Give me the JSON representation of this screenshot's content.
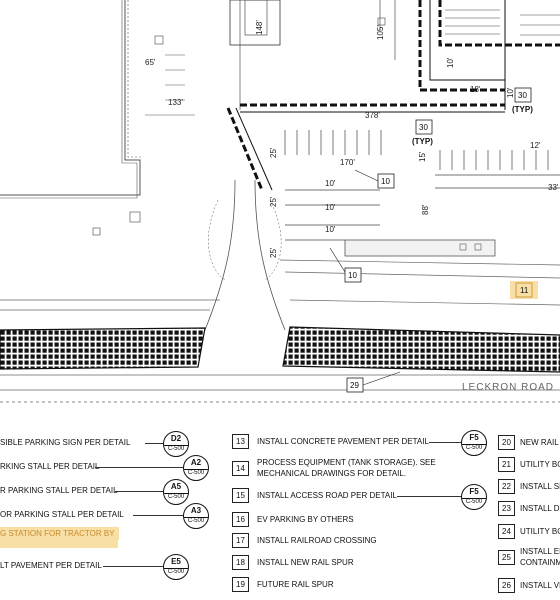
{
  "plan": {
    "dims": {
      "d148": "148'",
      "d105": "105'",
      "d65": "65'",
      "d133": "133'",
      "d378": "378'",
      "d170": "170'",
      "d10a": "10'",
      "d10b": "10'",
      "d10c": "10'",
      "d25a": "25'",
      "d25b": "25'",
      "d25c": "25'",
      "d15": "15'",
      "d88": "88'",
      "d12": "12'",
      "d33": "33'",
      "d18": "18'",
      "d10d": "10'",
      "d10e": "10'"
    },
    "tags": {
      "t30a": "30",
      "t30b": "30",
      "t10a": "10",
      "t10b": "10",
      "t11": "11",
      "t29": "29",
      "typ_a": "(TYP)",
      "typ_b": "(TYP)"
    },
    "road_name": "LECKRON ROAD"
  },
  "legend": {
    "col1": [
      {
        "text": "SIBLE PARKING SIGN PER DETAIL",
        "detail": "D2",
        "sheet": "C-500"
      },
      {
        "text": "RKING STALL PER DETAIL",
        "detail": "A2",
        "sheet": "C-500"
      },
      {
        "text": "R PARKING STALL PER DETAIL",
        "detail": "A5",
        "sheet": "C-500"
      },
      {
        "text": "OR PARKING STALL PER DETAIL",
        "detail": "A3",
        "sheet": "C-500"
      },
      {
        "text": "G STATION FOR TRACTOR BY",
        "highlight": true
      },
      {
        "text": "LT PAVEMENT PER DETAIL",
        "detail": "E5",
        "sheet": "C-500"
      }
    ],
    "col2": [
      {
        "num": "13",
        "text": "INSTALL CONCRETE PAVEMENT PER DETAIL",
        "detail": "F5",
        "sheet": "C-500"
      },
      {
        "num": "14",
        "text": "PROCESS EQUIPMENT (TANK STORAGE). SEE",
        "text2": "MECHANICAL DRAWINGS FOR DETAIL."
      },
      {
        "num": "15",
        "text": "INSTALL ACCESS ROAD PER DETAIL",
        "detail": "F5",
        "sheet": "C-500"
      },
      {
        "num": "16",
        "text": "EV PARKING BY OTHERS"
      },
      {
        "num": "17",
        "text": "INSTALL RAILROAD CROSSING"
      },
      {
        "num": "18",
        "text": "INSTALL NEW RAIL SPUR"
      },
      {
        "num": "19",
        "text": "FUTURE RAIL SPUR"
      }
    ],
    "col3": [
      {
        "num": "20",
        "text": "NEW RAIL L"
      },
      {
        "num": "21",
        "text": "UTILITY BO"
      },
      {
        "num": "22",
        "text": "INSTALL SE"
      },
      {
        "num": "23",
        "text": "INSTALL DO"
      },
      {
        "num": "24",
        "text": "UTILITY BO"
      },
      {
        "num": "25",
        "text": "INSTALL EL",
        "text2": "CONTAINM"
      },
      {
        "num": "26",
        "text": "INSTALL VE"
      }
    ]
  }
}
